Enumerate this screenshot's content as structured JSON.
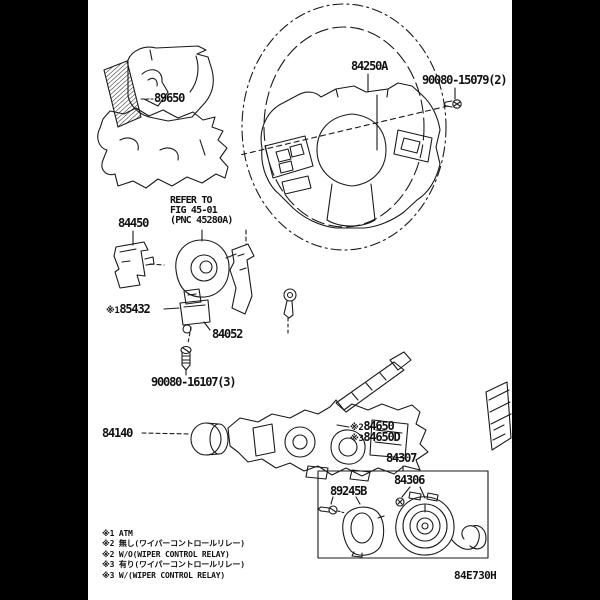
{
  "page": {
    "background": "#000000",
    "sheet_color": "#ffffff",
    "line_color": "#1a1a1a"
  },
  "drawing_code": "84E730H",
  "labels": {
    "pad_silencer": "89650",
    "wheel_switch": "84250A",
    "wheel_screw": "90080-15079(2)",
    "refer1": "REFER TO",
    "refer2": "FIG 45-01",
    "refer3": "(PNC 45280A)",
    "lock_housing": "84450",
    "relay_mark": "※1",
    "relay": "85432",
    "key": "84052",
    "relay_screw": "90080-16107(3)",
    "combo": "84140",
    "wiper_mark": "※2",
    "wiper": "84650",
    "wiper_alt_mark": "※3",
    "wiper_alt": "84650D",
    "spiral_assy": "84307",
    "spiral": "84306",
    "sensor": "89245B"
  },
  "notes": [
    {
      "mark": "※1",
      "text": "ATM"
    },
    {
      "mark": "※2",
      "text": "無し(ワイパーコントロールリレー)"
    },
    {
      "mark": "※2",
      "text": "W/O(WIPER CONTROL RELAY)"
    },
    {
      "mark": "※3",
      "text": "有り(ワイパーコントロールリレー)"
    },
    {
      "mark": "※3",
      "text": "W/(WIPER CONTROL RELAY)"
    }
  ]
}
